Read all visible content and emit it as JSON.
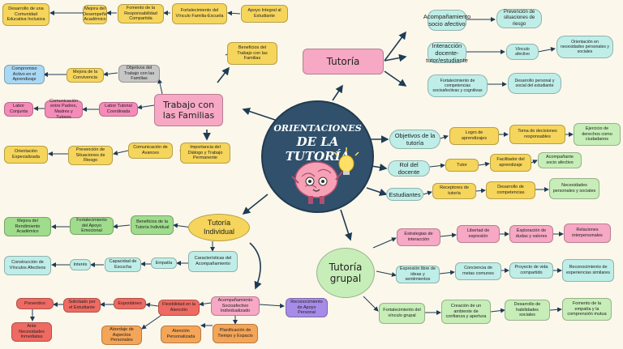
{
  "center": {
    "line1": "ORIENTACIONES",
    "line2": "DE LA TUTORÍA"
  },
  "tutoria": {
    "title": "Tutoría",
    "a1": "Acompañamiento socio afectivo",
    "a1b": "Prevención de situaciones de riesgo",
    "a2": "Interacción docente-tutor/estudiante",
    "a2b": "Vínculo afectivo",
    "a2c": "Orientación en necesidades personales y sociales",
    "a3": "Fortalecimiento de competencias socioafectivas y cognitivas",
    "a3b": "Desarrollo personal y social del estudiante"
  },
  "objetivos": {
    "title": "Objetivos de la tutoría",
    "b1": "Logro de aprendizajes",
    "b2": "Toma de decisiones responsables",
    "b3": "Ejercicio de derechos como ciudadanos"
  },
  "rol": {
    "title": "Rol del docente",
    "c1": "Tutor",
    "c2": "Facilitador del aprendizaje",
    "c3": "Acompañante socio afectivo"
  },
  "estudiantes": {
    "title": "Estudiantes",
    "d1": "Receptores de tutoría",
    "d2": "Desarrollo de competencias",
    "d3": "Necesidades personales y sociales"
  },
  "grupal": {
    "title": "Tutoría grupal",
    "e1": "Estrategias de interacción",
    "e2": "Libertad de expresión",
    "e3": "Exploración de dudas y valores",
    "e4": "Relaciones interpersonales",
    "f1": "Expresión libre de ideas y sentimientos",
    "f2": "Conciencia de metas comunes",
    "f3": "Proyecto de vida compartido",
    "f4": "Reconocimiento de experiencias similares",
    "g1": "Fortalecimiento del vínculo grupal",
    "g2": "Creación de un ambiente de confianza y apertura",
    "g3": "Desarrollo de habilidades sociales",
    "g4": "Fomento de la empatía y la comprensión mutua"
  },
  "familias": {
    "title": "Trabajo con las Familias",
    "h1": "Beneficios del Trabajo con las Familias",
    "h2": "Apoyo Integral al Estudiante",
    "h3": "Fortalecimiento del Vínculo Familia-Escuela",
    "h4": "Fomento de la Responsabilidad Compartida",
    "h5": "Mejora del Desempeño Académico",
    "h6": "Desarrollo de una Comunidad Educativa Inclusiva",
    "i1": "Objetivos del Trabajo con las Familias",
    "i2": "Mejora de la Convivencia",
    "i3": "Compromiso Activo en el Aprendizaje",
    "j1": "Labor Tutorial Coordinada",
    "j2": "Comunicación entre Padres, Madres y Tutores",
    "j3": "Labor Conjunta",
    "k1": "Importancia del Diálogo y Trabajo Permanente",
    "k2": "Comunicación de Avances",
    "k3": "Prevención de Situaciones de Riesgo",
    "k4": "Orientación Especializada"
  },
  "individual": {
    "title": "Tutoría Individual",
    "l1": "Beneficios de la Tutoría Individual",
    "l2": "Fortalecimiento del Apoyo Emocional",
    "l3": "Mejora del Rendimiento Académico",
    "m1": "Características del Acompañamiento",
    "m2": "Empatía",
    "m3": "Capacidad de Escucha",
    "m4": "Interés",
    "m5": "Construcción de Vínculos Afectivos",
    "n1": "Acompañamiento Socioafectivo Individualizado",
    "n2": "Reconocimiento de Apoyo Personal",
    "n3": "Flexibilidad en la Atención",
    "n4": "Espontáneo",
    "n5": "Solicitado por el Estudiante",
    "n6": "Preventivo",
    "n7": "Ante Necesidades Inmediatas",
    "n8": "Planificación de Tiempo y Espacio",
    "n9": "Atención Personalizada",
    "n10": "Abordaje de Aspectos Personales"
  }
}
